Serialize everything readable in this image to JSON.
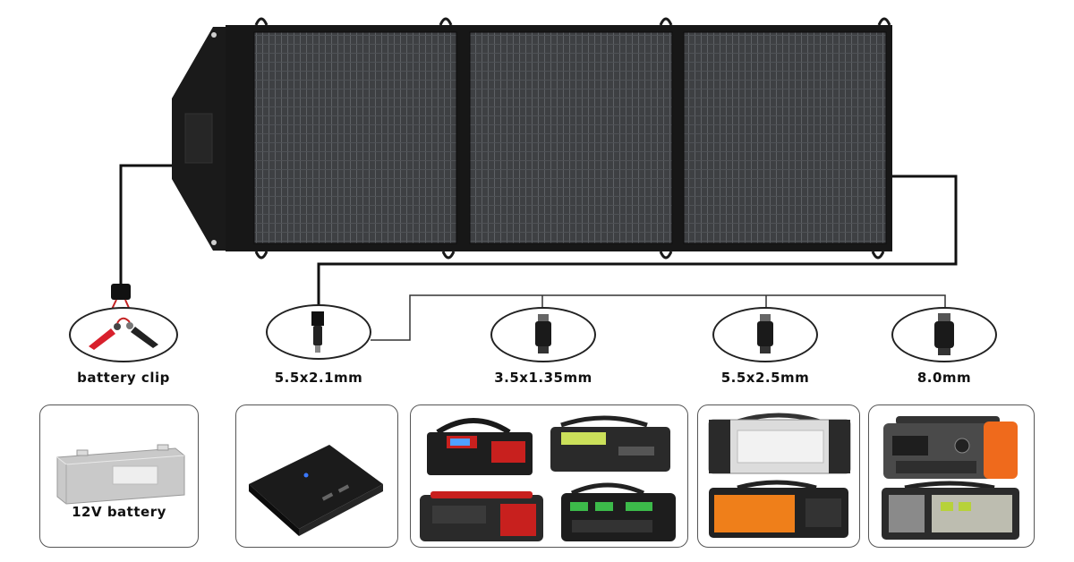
{
  "connectors": [
    {
      "id": "battery-clip",
      "label": "battery clip"
    },
    {
      "id": "dc-5521",
      "label": "5.5x2.1mm"
    },
    {
      "id": "dc-35135",
      "label": "3.5x1.35mm"
    },
    {
      "id": "dc-5525",
      "label": "5.5x2.5mm"
    },
    {
      "id": "dc-8mm",
      "label": "8.0mm"
    }
  ],
  "devices": {
    "battery": {
      "label": "12V battery"
    }
  },
  "colors": {
    "panel": "#3b3d40",
    "panel_frame": "#151515",
    "cable": "#111111",
    "clip_red": "#d8202c",
    "station_orange": "#ef6a1c",
    "station_red": "#c8201e"
  }
}
